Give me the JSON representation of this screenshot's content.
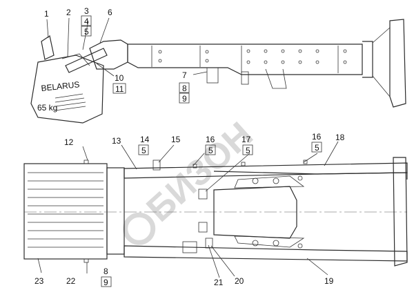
{
  "diagram": {
    "watermark": "БИЗОН",
    "weight_label": "BELARUS",
    "weight_mass": "65 kg",
    "callouts": {
      "c1": "1",
      "c2": "2",
      "c3": "3",
      "c4": "4",
      "c5": "5",
      "c6": "6",
      "c7": "7",
      "c8": "8",
      "c9": "9",
      "c10": "10",
      "c11": "11",
      "c12": "12",
      "c13": "13",
      "c14": "14",
      "c14b": "5",
      "c15": "15",
      "c16": "16",
      "c16b": "5",
      "c17": "17",
      "c17b": "5",
      "c16r": "16",
      "c16rb": "5",
      "c18": "18",
      "c19": "19",
      "c20": "20",
      "c21": "21",
      "c22": "22",
      "c23": "23",
      "c8b": "8",
      "c9b": "9"
    }
  }
}
